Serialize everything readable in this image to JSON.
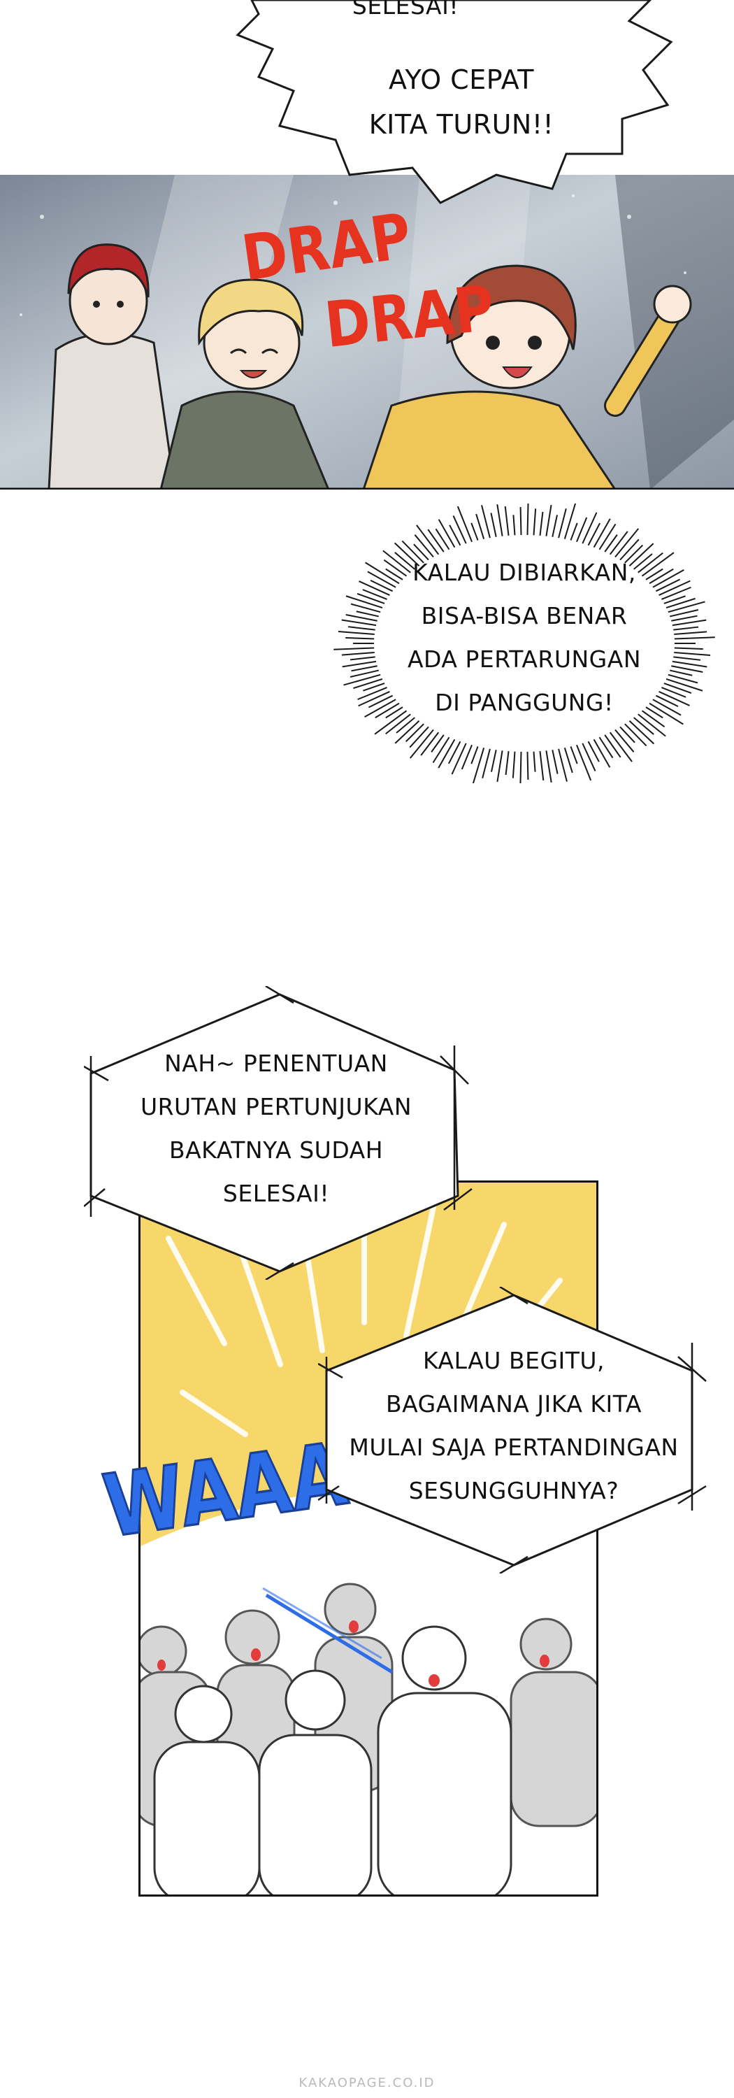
{
  "page": {
    "background": "#ffffff"
  },
  "bubbles": {
    "top_partial": {
      "line1": "SELESAI!"
    },
    "top_call": {
      "line1": "AYO CEPAT",
      "line2": "KITA TURUN!!"
    },
    "spiky": {
      "line1": "KALAU DIBIARKAN,",
      "line2": "BISA-BISA BENAR",
      "line3": "ADA PERTARUNGAN",
      "line4": "DI PANGGUNG!"
    },
    "announce": {
      "line1": "NAH~ PENENTUAN",
      "line2": "URUTAN PERTUNJUKAN",
      "line3": "BAKATNYA SUDAH",
      "line4": "SELESAI!"
    },
    "match": {
      "line1": "KALAU BEGITU,",
      "line2": "BAGAIMANA JIKA KITA",
      "line3": "MULAI SAJA PERTANDINGAN",
      "line4": "SESUNGGUHNYA?"
    }
  },
  "sfx": {
    "drap1": "DRAP",
    "drap2": "DRAP",
    "waaa": "WAAA"
  },
  "colors": {
    "drap": "#e53320",
    "waaa": "#2d6ee8",
    "panel_yellow": "#f8d76a",
    "crowd_gray": "#d0d0d0"
  },
  "footer": {
    "watermark": "KAKAOPAGE.CO.ID"
  }
}
